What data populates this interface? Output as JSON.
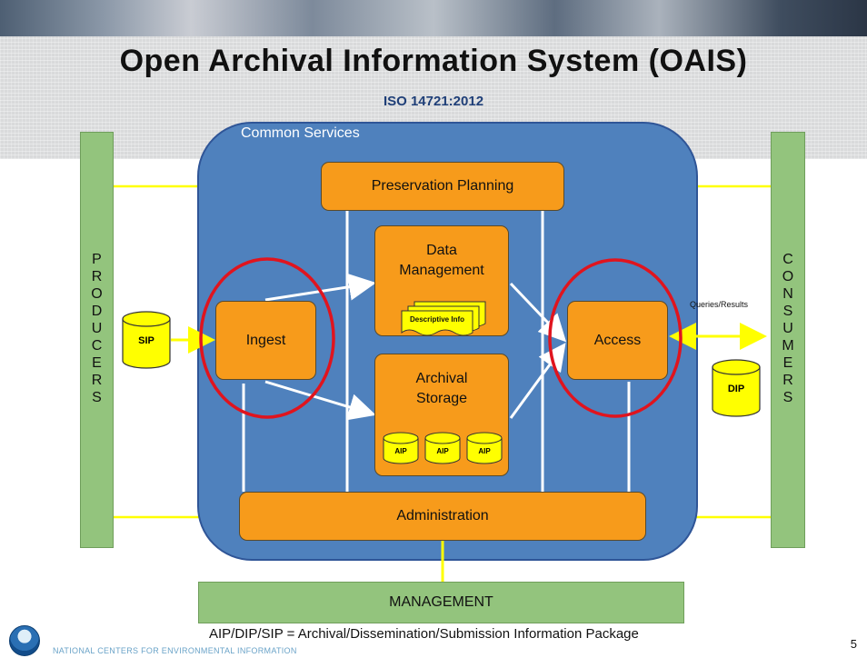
{
  "slide": {
    "title": "Open Archival Information System (OAIS)",
    "subtitle": "ISO 14721:2012",
    "page_number": "5",
    "footer_org": "NATIONAL CENTERS FOR ENVIRONMENTAL INFORMATION",
    "caption": "AIP/DIP/SIP = Archival/Dissemination/Submission Information Package"
  },
  "diagram": {
    "common_services_label": "Common Services",
    "producers_letters": [
      "P",
      "R",
      "O",
      "D",
      "U",
      "C",
      "E",
      "R",
      "S"
    ],
    "consumers_letters": [
      "C",
      "O",
      "N",
      "S",
      "U",
      "M",
      "E",
      "R",
      "S"
    ],
    "preservation_planning": "Preservation Planning",
    "data_management": "Data Management",
    "descriptive_info": "Descriptive Info",
    "ingest": "Ingest",
    "archival_storage": "Archival Storage",
    "aip_label": "AIP",
    "access": "Access",
    "administration": "Administration",
    "management": "MANAGEMENT",
    "sip": "SIP",
    "dip": "DIP",
    "queries_results": "Queries/Results"
  },
  "colors": {
    "blue_panel": "#4f81bd",
    "orange_box": "#f79b1b",
    "green_bar": "#93c47d",
    "yellow_line": "#ffff00",
    "highlight_circle": "#e0141e"
  }
}
